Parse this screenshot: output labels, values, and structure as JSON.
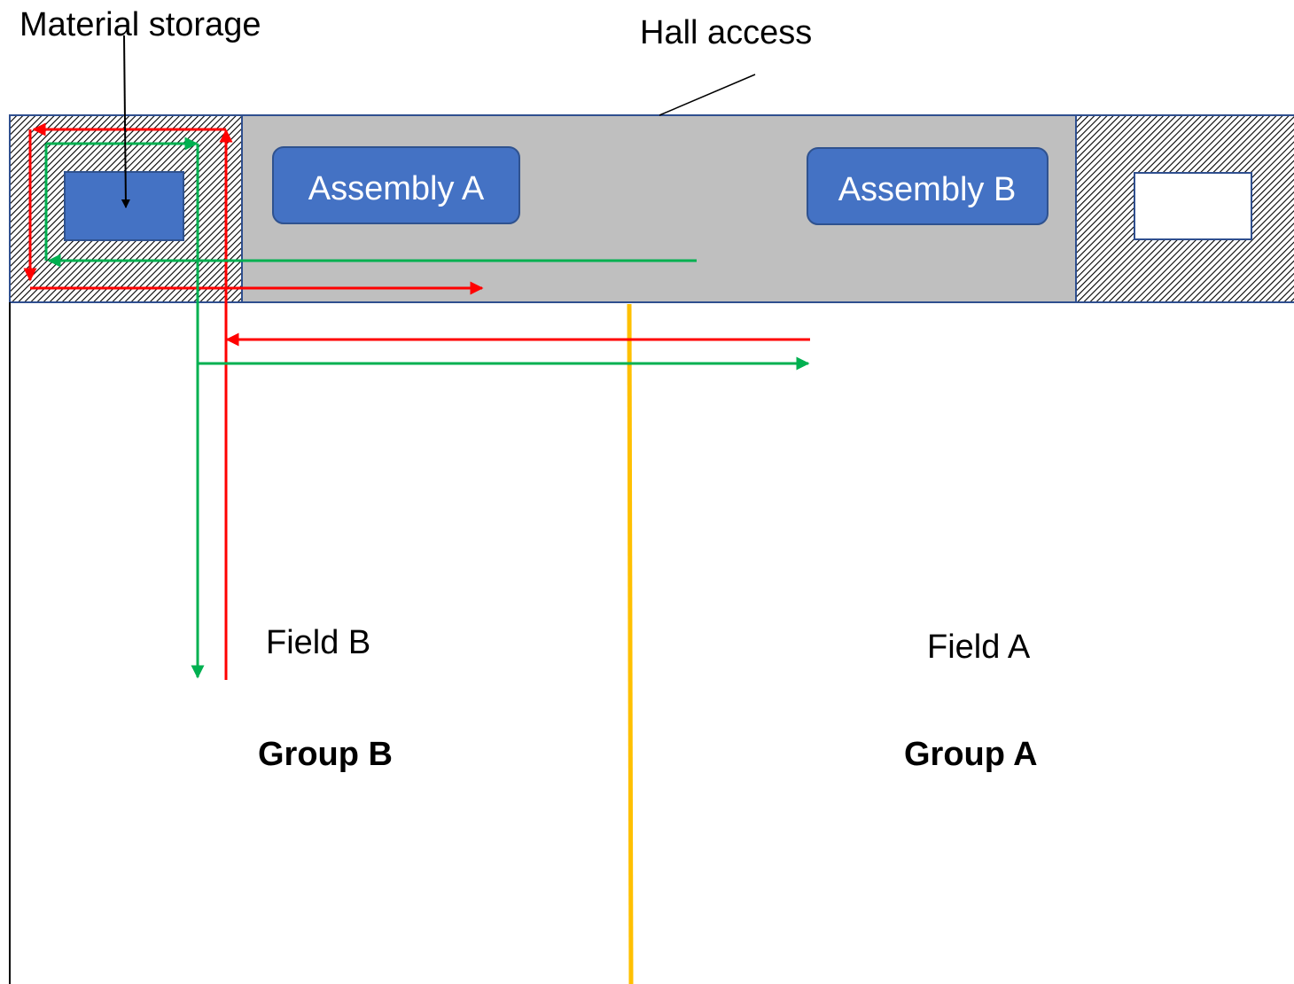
{
  "labels": {
    "material_storage": "Material storage",
    "hall_access": "Hall access",
    "field_b": "Field B",
    "field_a": "Field A",
    "group_b": "Group B",
    "group_a": "Group A"
  },
  "boxes": {
    "assembly_a": "Assembly A",
    "assembly_b": "Assembly B"
  },
  "colors": {
    "hall_fill": "#bfbfbf",
    "border": "#2f4f8f",
    "box_fill": "#4472c4",
    "box_border": "#2f528f",
    "route_red": "#ff0000",
    "route_green": "#00b050",
    "divider": "#ffc000",
    "annotation": "#000000"
  }
}
